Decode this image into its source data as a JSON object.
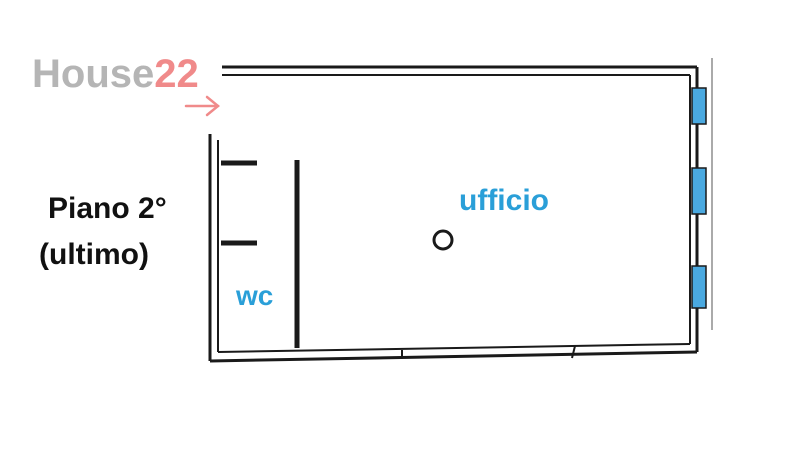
{
  "logo": {
    "brand": "House",
    "number": "22",
    "brand_color": "#b5b5b5",
    "accent_color": "#f08a8a"
  },
  "floor": {
    "line1": "Piano 2°",
    "line2": "(ultimo)"
  },
  "rooms": {
    "office": "ufficio",
    "bathroom": "wc"
  },
  "colors": {
    "room_label": "#2a9fd8",
    "wall": "#1a1a1a",
    "window_glass": "#4aa9e0"
  },
  "icons": {
    "arrow": "right-arrow-icon",
    "fixture": "circle-fixture-icon"
  }
}
